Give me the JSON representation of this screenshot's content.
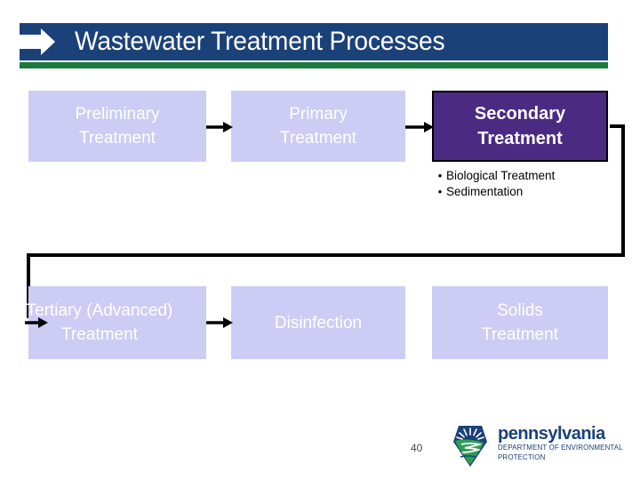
{
  "slide": {
    "page_number": "40",
    "title": "Wastewater Treatment Processes",
    "accent_navy": "#1b4179",
    "accent_green": "#1a7a3c",
    "box_lavender": "#ccccf5",
    "box_purple": "#4b2a82"
  },
  "diagram": {
    "type": "flowchart",
    "row1": [
      {
        "id": "preliminary",
        "label": "Preliminary\nTreatment",
        "style": "lavender"
      },
      {
        "id": "primary",
        "label": "Primary\nTreatment",
        "style": "lavender"
      },
      {
        "id": "secondary",
        "label": "Secondary\nTreatment",
        "style": "purple"
      }
    ],
    "row2": [
      {
        "id": "tertiary",
        "label": "Tertiary (Advanced)\nTreatment",
        "style": "lavender"
      },
      {
        "id": "disinfection",
        "label": "Disinfection",
        "style": "lavender"
      },
      {
        "id": "solids",
        "label": "Solids\nTreatment",
        "style": "lavender"
      }
    ],
    "labels": {
      "preliminary_line1": "Preliminary",
      "preliminary_line2": "Treatment",
      "primary_line1": "Primary",
      "primary_line2": "Treatment",
      "secondary_line1": "Secondary",
      "secondary_line2": "Treatment",
      "tertiary_line1": "Tertiary (Advanced)",
      "tertiary_line2": "Treatment",
      "disinfection_line1": "Disinfection",
      "solids_line1": "Solids",
      "solids_line2": "Treatment"
    },
    "secondary_details": {
      "bullet_glyph": "•",
      "items": [
        "Biological Treatment",
        "Sedimentation"
      ]
    },
    "connections": [
      {
        "from": "preliminary",
        "to": "primary",
        "kind": "arrow-right"
      },
      {
        "from": "primary",
        "to": "secondary",
        "kind": "arrow-right"
      },
      {
        "from": "secondary",
        "to": "tertiary",
        "kind": "elbow-down-left-arrow"
      },
      {
        "from": "tertiary",
        "to": "disinfection",
        "kind": "arrow-right"
      }
    ]
  },
  "logo": {
    "name": "pennsylvania",
    "sub_line1": "DEPARTMENT OF ENVIRONMENTAL",
    "sub_line2": "PROTECTION",
    "keystone_blue": "#1b4179",
    "leaf_green": "#2e9e55"
  }
}
